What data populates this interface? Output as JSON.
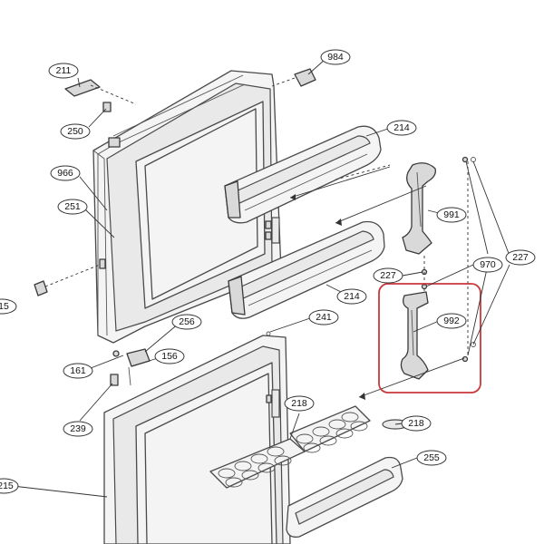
{
  "callouts": {
    "c211": "211",
    "c984": "984",
    "c250": "250",
    "c966": "966",
    "c251": "251",
    "c214_top": "214",
    "c214_bottom": "214",
    "c991": "991",
    "c227_left": "227",
    "c970": "970",
    "c227_right": "227",
    "c992": "992",
    "c15": "15",
    "c256": "256",
    "c241": "241",
    "c161": "161",
    "c156": "156",
    "c239": "239",
    "c218_top": "218",
    "c218_right": "218",
    "c255": "255",
    "c215": "215"
  },
  "highlight_color": "#c8383c"
}
